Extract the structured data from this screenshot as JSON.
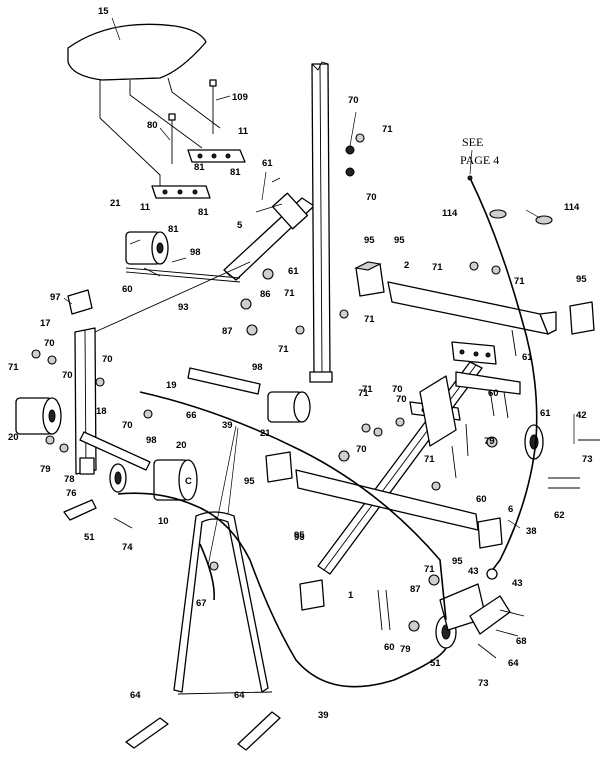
{
  "note": {
    "line1": "SEE",
    "line2": "PAGE 4"
  },
  "callouts": [
    {
      "label": "15"
    },
    {
      "label": "109"
    },
    {
      "label": "80"
    },
    {
      "label": "11"
    },
    {
      "label": "81"
    },
    {
      "label": "81"
    },
    {
      "label": "11"
    },
    {
      "label": "81"
    },
    {
      "label": "81"
    },
    {
      "label": "61"
    },
    {
      "label": "21"
    },
    {
      "label": "5"
    },
    {
      "label": "98"
    },
    {
      "label": "60"
    },
    {
      "label": "61"
    },
    {
      "label": "71"
    },
    {
      "label": "86"
    },
    {
      "label": "93"
    },
    {
      "label": "87"
    },
    {
      "label": "97"
    },
    {
      "label": "17"
    },
    {
      "label": "70"
    },
    {
      "label": "70"
    },
    {
      "label": "71"
    },
    {
      "label": "70"
    },
    {
      "label": "95"
    },
    {
      "label": "66"
    },
    {
      "label": "70"
    },
    {
      "label": "20"
    },
    {
      "label": "18"
    },
    {
      "label": "79"
    },
    {
      "label": "78"
    },
    {
      "label": "98"
    },
    {
      "label": "76"
    },
    {
      "label": "20"
    },
    {
      "label": "51"
    },
    {
      "label": "74"
    },
    {
      "label": "19"
    },
    {
      "label": "98"
    },
    {
      "label": "21"
    },
    {
      "label": "39"
    },
    {
      "label": "10"
    },
    {
      "label": "67"
    },
    {
      "label": "64"
    },
    {
      "label": "64"
    },
    {
      "label": "39"
    },
    {
      "label": "70"
    },
    {
      "label": "71"
    },
    {
      "label": "70"
    },
    {
      "label": "95"
    },
    {
      "label": "71"
    },
    {
      "label": "2"
    },
    {
      "label": "71"
    },
    {
      "label": "71"
    },
    {
      "label": "114"
    },
    {
      "label": "114"
    },
    {
      "label": "95"
    },
    {
      "label": "95"
    },
    {
      "label": "61"
    },
    {
      "label": "60"
    },
    {
      "label": "71"
    },
    {
      "label": "70"
    },
    {
      "label": "70"
    },
    {
      "label": "71"
    },
    {
      "label": "70"
    },
    {
      "label": "71"
    },
    {
      "label": "60"
    },
    {
      "label": "61"
    },
    {
      "label": "42"
    },
    {
      "label": "79"
    },
    {
      "label": "73"
    },
    {
      "label": "6"
    },
    {
      "label": "62"
    },
    {
      "label": "38"
    },
    {
      "label": "95"
    },
    {
      "label": "95"
    },
    {
      "label": "1"
    },
    {
      "label": "71"
    },
    {
      "label": "43"
    },
    {
      "label": "43"
    },
    {
      "label": "87"
    },
    {
      "label": "68"
    },
    {
      "label": "64"
    },
    {
      "label": "79"
    },
    {
      "label": "51"
    },
    {
      "label": "73"
    },
    {
      "label": "60"
    },
    {
      "label": "95"
    },
    {
      "label": "71"
    }
  ]
}
